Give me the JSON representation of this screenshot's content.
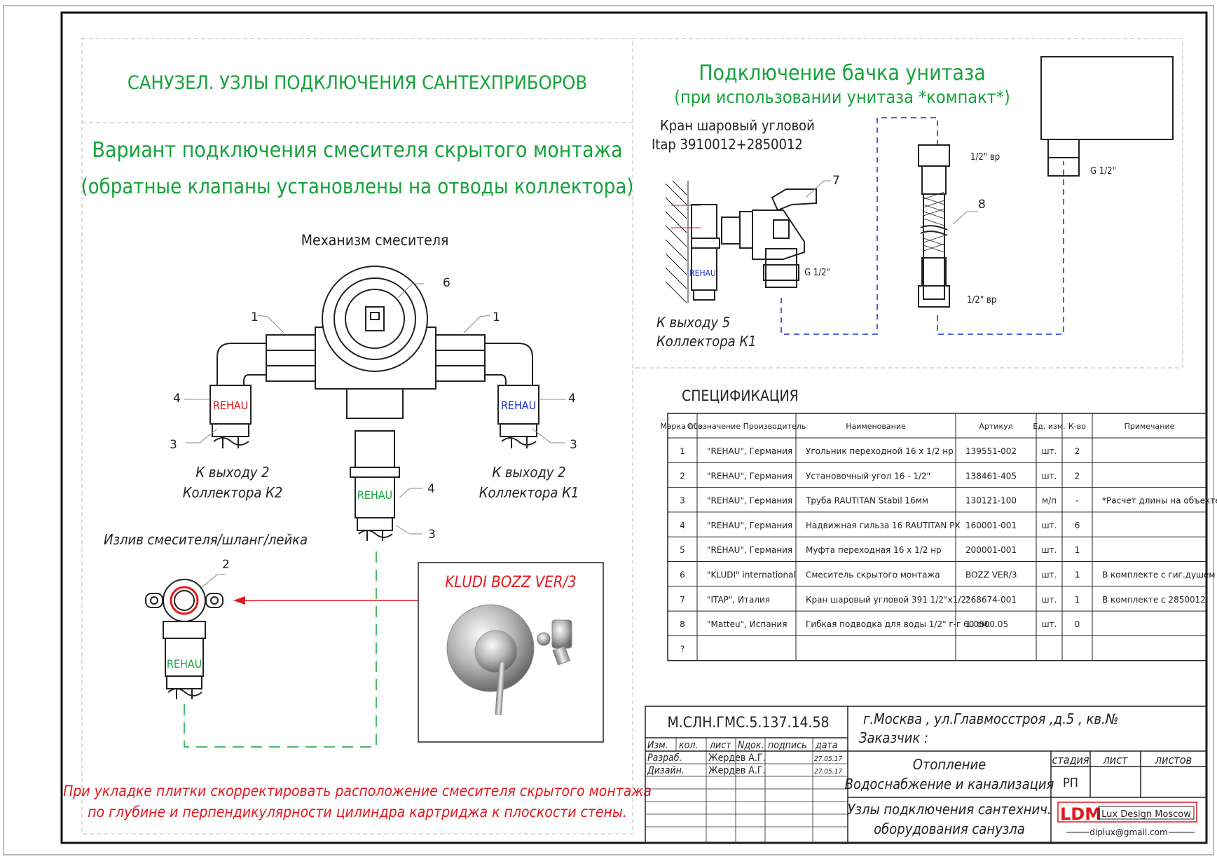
{
  "sheet": {
    "main_title": "САНУЗЕЛ. УЗЛЫ ПОДКЛЮЧЕНИЯ САНТЕХПРИБОРОВ",
    "variant_title_1": "Вариант подключения смесителя скрытого монтажа",
    "variant_title_2": "(обратные клапаны установлены на отводы коллектора)",
    "mechanism_label": "Механизм смесителя",
    "outlet_left_1": "К выходу 2",
    "outlet_left_2": "Коллектора К2",
    "outlet_right_1": "К выходу 2",
    "outlet_right_2": "Коллектора К1",
    "spout_label": "Излив смесителя/шланг/лейка",
    "kludi_label": "KLUDI BOZZ VER/3",
    "rehau_text": "REHAU",
    "note_1": "При укладке плитки скорректировать расположение смесителя скрытого монтажа",
    "note_2": "по глубине и перпендикулярности цилиндра картриджа к плоскости стены.",
    "tags": {
      "n1": "1",
      "n2": "2",
      "n3": "3",
      "n4": "4",
      "n6": "6",
      "n7": "7",
      "n8": "8"
    }
  },
  "tank": {
    "title_1": "Подключение бачка унитаза",
    "title_2": "(при использовании унитаза *компакт*)",
    "valve_1": "Кран шаровый угловой",
    "valve_2": "Itap 3910012+2850012",
    "outlet_1": "К выходу 5",
    "outlet_2": "Коллектора К1",
    "g_half_1": "G 1/2\"",
    "g_half_2": "G 1/2\"",
    "br_top": "1/2\" вр",
    "br_bottom": "1/2\" вр"
  },
  "spec": {
    "title": "СПЕЦИФИКАЦИЯ",
    "headers": [
      "Марка поз.",
      "Обозначение Производитель",
      "Наименование",
      "Артикул",
      "Ед. изм.",
      "К-во",
      "Примечание"
    ],
    "rows": [
      [
        "1",
        "\"REHAU\", Германия",
        "Угольник переходной 16 х 1/2 нр",
        "139551-002",
        "шт.",
        "2",
        ""
      ],
      [
        "2",
        "\"REHAU\", Германия",
        "Установочный угол 16 - 1/2\"",
        "138461-405",
        "шт.",
        "2",
        ""
      ],
      [
        "3",
        "\"REHAU\", Германия",
        "Труба RAUTITAN Stabil 16мм",
        "130121-100",
        "м/п",
        "-",
        "*Расчет длины на объекте"
      ],
      [
        "4",
        "\"REHAU\", Германия",
        "Надвижная гильза 16 RAUTITAN PX",
        "160001-001",
        "шт.",
        "6",
        ""
      ],
      [
        "5",
        "\"REHAU\", Германия",
        "Муфта переходная 16 х 1/2 нр",
        "200001-001",
        "шт.",
        "1",
        ""
      ],
      [
        "6",
        "\"KLUDI\" international",
        "Смеситель скрытого монтажа",
        "BOZZ VER/3",
        "шт.",
        "1",
        "В комплекте с гиг.душем"
      ],
      [
        "7",
        "\"ITAP\", Италия",
        "Кран шаровый угловой 391 1/2\"х1/2\"",
        "268674-001",
        "шт.",
        "1",
        "В комплекте с 2850012"
      ],
      [
        "8",
        "\"Matteu\", Испания",
        "Гибкая подводка для воды 1/2\" г-г 60 см.",
        "1.0600.05",
        "шт.",
        "0",
        ""
      ],
      [
        "?",
        "",
        "",
        "",
        "",
        "",
        ""
      ]
    ]
  },
  "stamp": {
    "code": "М.СЛН.ГМС.5.137.14.58",
    "address": "г.Москва , ул.Главмосстроя ,д.5 , кв.№",
    "customer": "Заказчик :",
    "col_heads": [
      "Изм.",
      "кол.",
      "лист",
      "Nдок.",
      "подпись",
      "дата"
    ],
    "dev_role": "Разраб.",
    "dev_name": "Жердев А.Г.",
    "dev_date": "27.05.17",
    "des_role": "Дизайн.",
    "des_name": "Жердев А.Г.",
    "des_date": "27.05.17",
    "section_1": "Отопление",
    "section_2": "Водоснабжение и канализация",
    "stage_head": "стадия",
    "sheet_head": "лист",
    "sheets_head": "листов",
    "stage": "РП",
    "sheet_name_1": "Узлы подключения сантехнич.",
    "sheet_name_2": "оборудования санузла",
    "logo": "LDM",
    "logo_text": "Lux Design Moscow",
    "email": "diplux@gmail.com"
  }
}
